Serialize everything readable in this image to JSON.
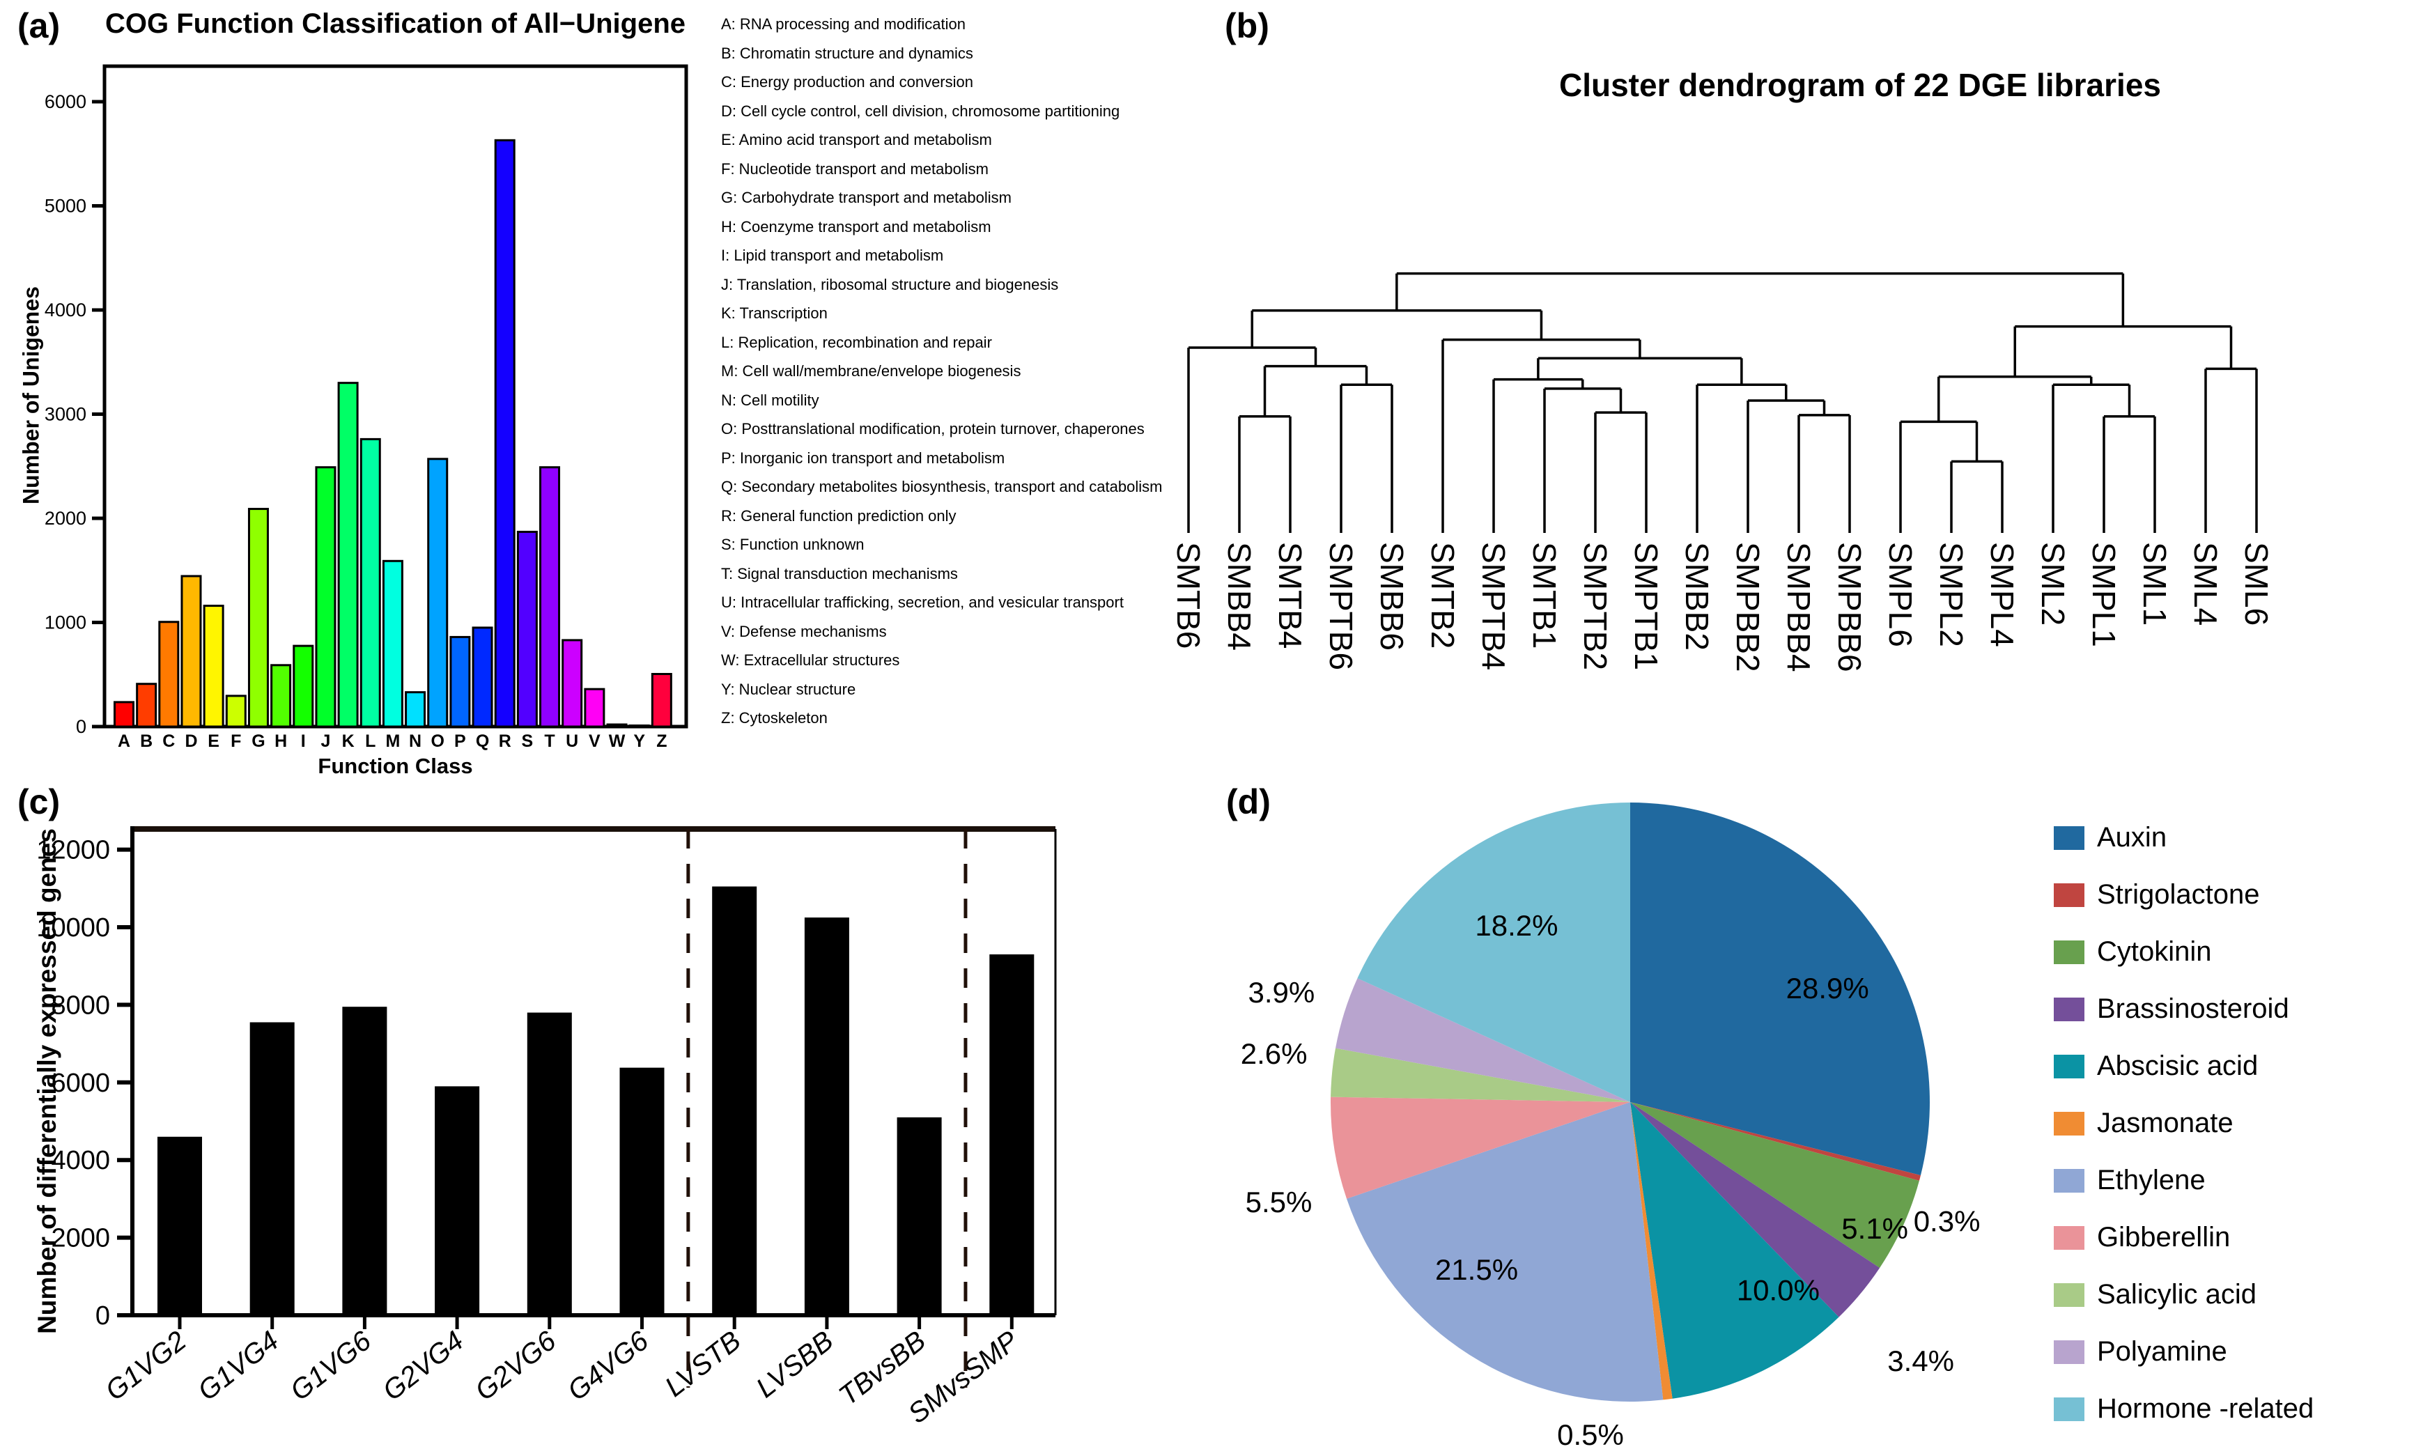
{
  "panels": {
    "a": {
      "label": "(a)"
    },
    "b": {
      "label": "(b)"
    },
    "c": {
      "label": "(c)"
    },
    "d": {
      "label": "(d)"
    }
  },
  "chart_data": [
    {
      "id": "cog_function",
      "type": "bar",
      "title": "COG Function Classification of All−Unigene",
      "xlabel": "Function Class",
      "ylabel": "Number of Unigenes",
      "ylim": [
        0,
        6200
      ],
      "yticks": [
        0,
        1000,
        2000,
        3000,
        4000,
        5000,
        6000
      ],
      "grid": false,
      "categories": [
        "A",
        "B",
        "C",
        "D",
        "E",
        "F",
        "G",
        "H",
        "I",
        "J",
        "K",
        "L",
        "M",
        "N",
        "O",
        "P",
        "Q",
        "R",
        "S",
        "T",
        "U",
        "V",
        "W",
        "Y",
        "Z"
      ],
      "values": [
        235,
        410,
        1005,
        1445,
        1160,
        295,
        2090,
        590,
        775,
        2490,
        3300,
        2760,
        1590,
        330,
        2570,
        860,
        950,
        5630,
        1870,
        2490,
        830,
        360,
        20,
        10,
        505
      ],
      "colors": [
        "#FF0000",
        "#FF3D00",
        "#FF7A00",
        "#FFB800",
        "#FFF500",
        "#CCFF00",
        "#8FFF00",
        "#52FF00",
        "#14FF00",
        "#00FF29",
        "#00FF66",
        "#00FFA3",
        "#00FFE0",
        "#00E0FF",
        "#00A3FF",
        "#0066FF",
        "#0029FF",
        "#1400FF",
        "#5200FF",
        "#8F00FF",
        "#CC00FF",
        "#FF00F5",
        "#FF00B8",
        "#FF007A",
        "#FF003D"
      ],
      "legend": [
        "A: RNA processing and modification",
        "B: Chromatin structure and dynamics",
        "C: Energy production and conversion",
        "D: Cell cycle control, cell division, chromosome partitioning",
        "E: Amino acid transport and metabolism",
        "F: Nucleotide transport and metabolism",
        "G: Carbohydrate transport and metabolism",
        "H: Coenzyme transport and metabolism",
        "I: Lipid transport and metabolism",
        "J: Translation, ribosomal structure and biogenesis",
        "K: Transcription",
        "L: Replication, recombination and repair",
        "M: Cell wall/membrane/envelope biogenesis",
        "N: Cell motility",
        "O: Posttranslational modification, protein turnover, chaperones",
        "P: Inorganic ion transport and metabolism",
        "Q: Secondary metabolites biosynthesis, transport and catabolism",
        "R: General function prediction only",
        "S: Function unknown",
        "T: Signal transduction mechanisms",
        "U: Intracellular trafficking, secretion, and vesicular transport",
        "V: Defense mechanisms",
        "W: Extracellular structures",
        "Y: Nuclear structure",
        "Z: Cytoskeleton"
      ]
    },
    {
      "id": "dge_dendrogram",
      "type": "tree",
      "title": "Cluster dendrogram of 22 DGE libraries",
      "leaves": [
        "SMTB6",
        "SMBB4",
        "SMTB4",
        "SMPTB6",
        "SMBB6",
        "SMTB2",
        "SMPTB4",
        "SMTB1",
        "SMPTB2",
        "SMPTB1",
        "SMBB2",
        "SMPBB2",
        "SMPBB4",
        "SMPBB6",
        "SMPL6",
        "SMPL2",
        "SMPL4",
        "SML2",
        "SMPL1",
        "SML1",
        "SML4",
        "SML6"
      ],
      "tree": {
        "h": 0.02,
        "c": [
          {
            "h": 0.16,
            "c": [
              {
                "h": 0.3,
                "c": [
                  {
                    "leaf": 0
                  },
                  {
                    "h": 0.37,
                    "c": [
                      {
                        "h": 0.56,
                        "c": [
                          {
                            "leaf": 1
                          },
                          {
                            "leaf": 2
                          }
                        ]
                      },
                      {
                        "h": 0.44,
                        "c": [
                          {
                            "leaf": 3
                          },
                          {
                            "leaf": 4
                          }
                        ]
                      }
                    ]
                  }
                ]
              },
              {
                "h": 0.27,
                "c": [
                  {
                    "leaf": 5
                  },
                  {
                    "h": 0.34,
                    "c": [
                      {
                        "h": 0.42,
                        "c": [
                          {
                            "leaf": 6
                          },
                          {
                            "h": 0.455,
                            "c": [
                              {
                                "leaf": 7
                              },
                              {
                                "h": 0.545,
                                "c": [
                                  {
                                    "leaf": 8
                                  },
                                  {
                                    "leaf": 9
                                  }
                                ]
                              }
                            ]
                          }
                        ]
                      },
                      {
                        "h": 0.44,
                        "c": [
                          {
                            "leaf": 10
                          },
                          {
                            "h": 0.5,
                            "c": [
                              {
                                "leaf": 11
                              },
                              {
                                "h": 0.555,
                                "c": [
                                  {
                                    "leaf": 12
                                  },
                                  {
                                    "leaf": 13
                                  }
                                ]
                              }
                            ]
                          }
                        ]
                      }
                    ]
                  }
                ]
              }
            ]
          },
          {
            "h": 0.22,
            "c": [
              {
                "h": 0.41,
                "c": [
                  {
                    "h": 0.58,
                    "c": [
                      {
                        "leaf": 14
                      },
                      {
                        "h": 0.73,
                        "c": [
                          {
                            "leaf": 15
                          },
                          {
                            "leaf": 16
                          }
                        ]
                      }
                    ]
                  },
                  {
                    "h": 0.44,
                    "c": [
                      {
                        "leaf": 17
                      },
                      {
                        "h": 0.56,
                        "c": [
                          {
                            "leaf": 18
                          },
                          {
                            "leaf": 19
                          }
                        ]
                      }
                    ]
                  }
                ]
              },
              {
                "h": 0.38,
                "c": [
                  {
                    "leaf": 20
                  },
                  {
                    "leaf": 21
                  }
                ]
              }
            ]
          }
        ]
      }
    },
    {
      "id": "deg_counts",
      "type": "bar",
      "ylabel": "Number of differentially expressed genes",
      "ylim": [
        0,
        12500
      ],
      "yticks": [
        0,
        2000,
        4000,
        6000,
        8000,
        10000,
        12000
      ],
      "grid": false,
      "bar_color": "#000000",
      "categories": [
        "G1VG2",
        "G1VG4",
        "G1VG6",
        "G2VG4",
        "G2VG6",
        "G4VG6",
        "LVSTB",
        "LVSBB",
        "TBvsBB",
        "SMvsSMP"
      ],
      "values": [
        4600,
        7550,
        7950,
        5900,
        7800,
        6380,
        11050,
        10250,
        5100,
        9300
      ],
      "separators_after_index": [
        5,
        8
      ]
    },
    {
      "id": "hormone_pie",
      "type": "pie",
      "labels": [
        "Auxin",
        "Strigolactone",
        "Cytokinin",
        "Brassinosteroid",
        "Abscisic acid",
        "Jasmonate",
        "Ethylene",
        "Gibberellin",
        "Salicylic acid",
        "Polyamine",
        "Hormone -related"
      ],
      "values": [
        28.9,
        0.3,
        5.1,
        3.4,
        10.0,
        0.5,
        21.5,
        5.5,
        2.6,
        3.9,
        18.2
      ],
      "display_labels": [
        "28.9%",
        "0.3%",
        "5.1%",
        "3.4%",
        "10.0%",
        "0.5%",
        "21.5%",
        "5.5%",
        "2.6%",
        "3.9%",
        "18.2%"
      ],
      "colors": [
        "#20699F",
        "#C04540",
        "#68A04E",
        "#744F9A",
        "#0B93A4",
        "#F08C33",
        "#90A7D5",
        "#EA9399",
        "#A9CB87",
        "#B8A4CE",
        "#76C0D4"
      ],
      "start_angle_deg": 0,
      "direction": "clockwise",
      "legend_position": "right",
      "label_radius": [
        0.76,
        1.13,
        0.92,
        1.3,
        0.8,
        1.12,
        0.76,
        1.22,
        1.2,
        1.22,
        0.7
      ],
      "label_angle_offset": [
        8,
        6,
        3,
        2,
        -12,
        14,
        10,
        -7,
        2,
        0,
        0
      ]
    }
  ]
}
